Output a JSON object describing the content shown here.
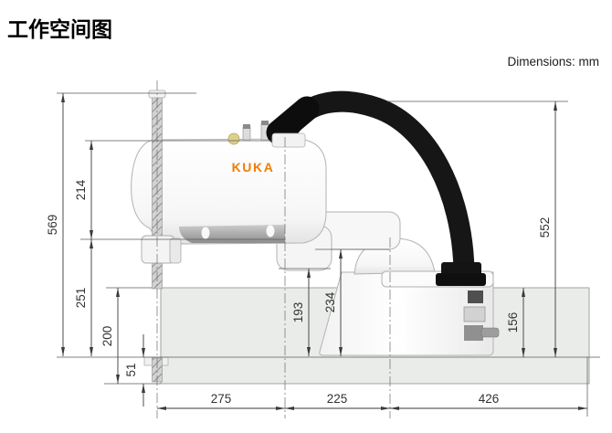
{
  "header": {
    "title": "工作空间图",
    "units_note": "Dimensions: mm"
  },
  "robot": {
    "brand_logo": "KUKA",
    "brand_color": "#EF7D00"
  },
  "drawing": {
    "description": "Side view of a KUKA SCARA robot with shaded workspace band, dress-pack tube and dimension lines",
    "workspace_fill": "#EAECEA",
    "dimensions": {
      "vertical": [
        {
          "value": "569"
        },
        {
          "value": "214"
        },
        {
          "value": "251"
        },
        {
          "value": "200"
        },
        {
          "value": "51"
        },
        {
          "value": "193"
        },
        {
          "value": "234"
        },
        {
          "value": "552"
        },
        {
          "value": "156"
        }
      ],
      "horizontal": [
        {
          "value": "275"
        },
        {
          "value": "225"
        },
        {
          "value": "426"
        }
      ]
    }
  }
}
